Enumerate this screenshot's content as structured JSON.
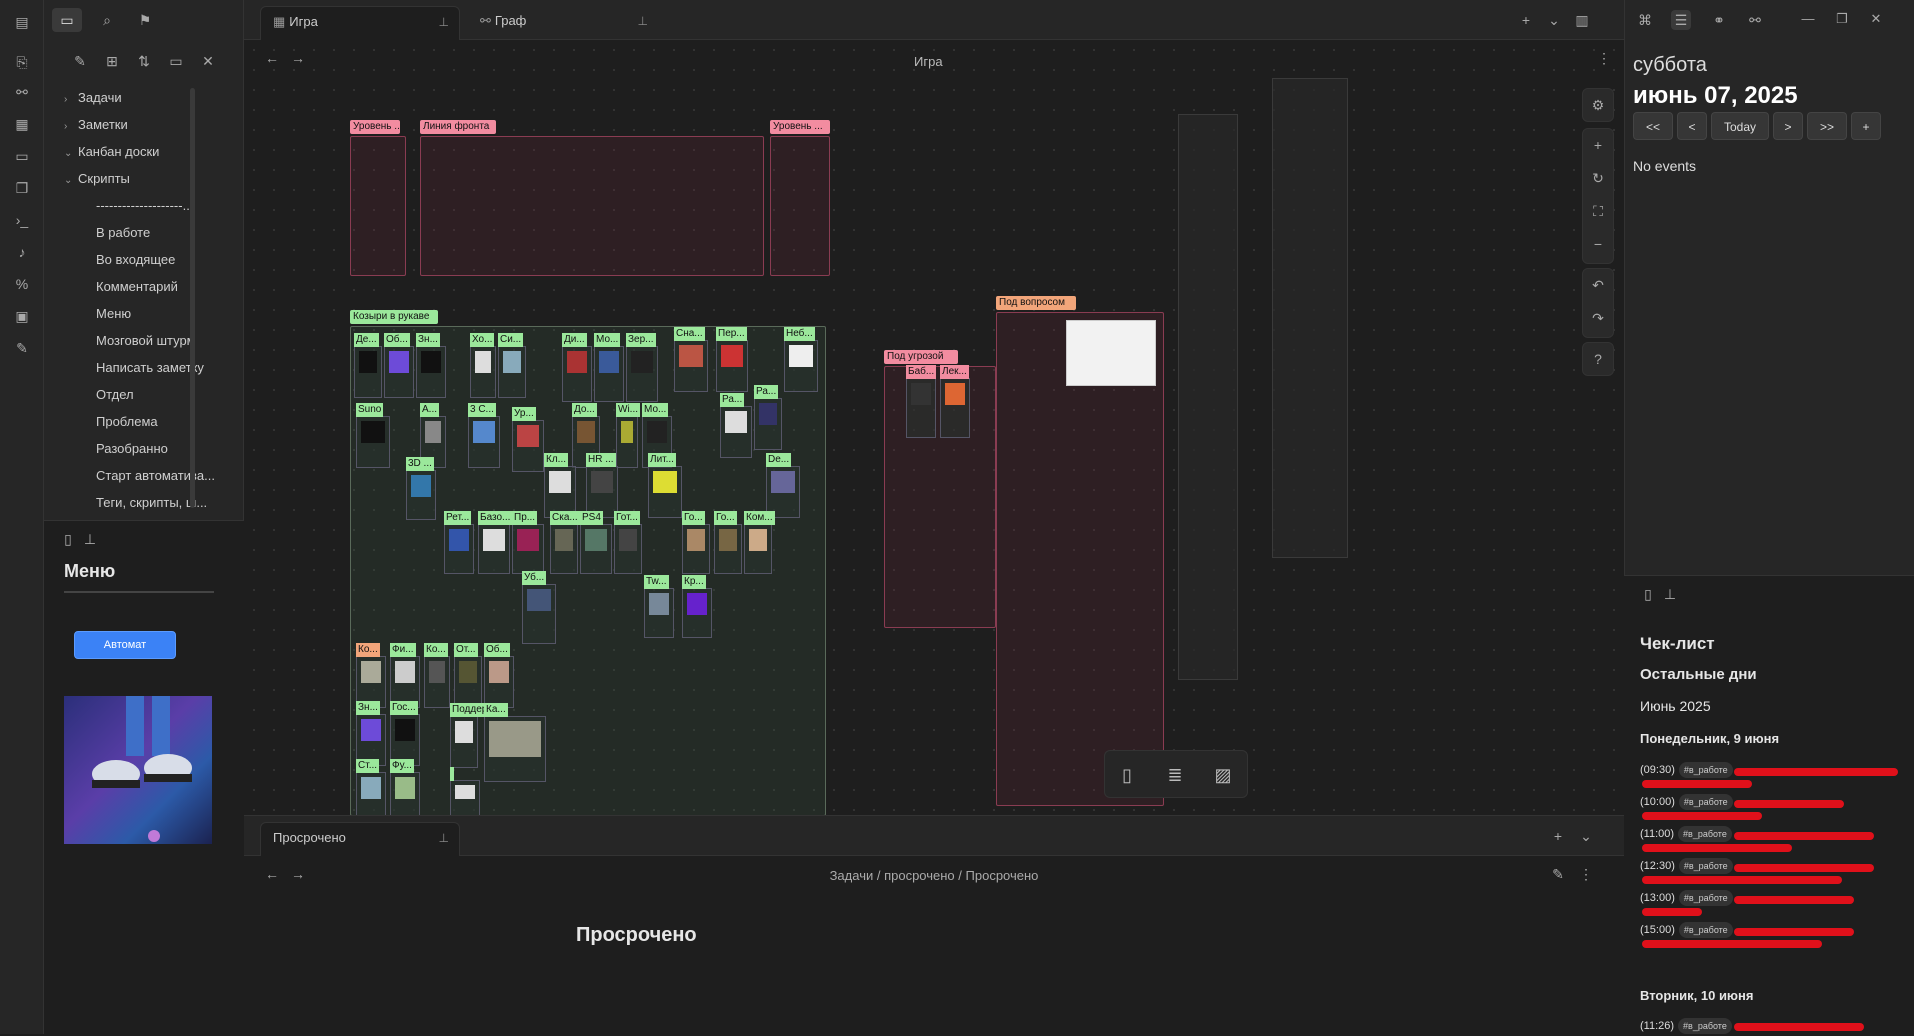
{
  "sidebar": {
    "tree": [
      {
        "label": "Задачи",
        "chev": "›"
      },
      {
        "label": "Заметки",
        "chev": "›"
      },
      {
        "label": "Канбан доски",
        "chev": "⌄"
      },
      {
        "label": "Скрипты",
        "chev": "⌄"
      }
    ],
    "scripts": [
      "--------------------...",
      "В работе",
      "Во входящее",
      "Комментарий",
      "Меню",
      "Мозговой штурм",
      "Написать заметку",
      "Отдел",
      "Проблема",
      "Разобранно",
      "Старт автоматиза...",
      "Теги, скрипты, ш..."
    ],
    "menu_title": "Меню",
    "menu_button": "Автомат"
  },
  "tabs": {
    "tab1": "Игра",
    "tab2": "Граф"
  },
  "canvas": {
    "view_title": "Игра",
    "groups": {
      "level1": "Уровень ...",
      "front": "Линия фронта",
      "level2": "Уровень ...",
      "trumps": "Козыри в рукаве",
      "threat": "Под угрозой",
      "question": "Под вопросом"
    },
    "cards": [
      "Де...",
      "Об...",
      "Зн...",
      "Хо...",
      "Си...",
      "Ди...",
      "Мо...",
      "Зер...",
      "Сна...",
      "Пер...",
      "Неб...",
      "Suno",
      "А...",
      "3 С...",
      "Ур...",
      "До...",
      "Wi...",
      "Мо...",
      "Ра...",
      "Ра...",
      "3D ...",
      "Кл...",
      "HR ...",
      "Лит...",
      "De...",
      "Рет...",
      "Базо...",
      "Пр...",
      "Ска...",
      "PS4",
      "Гот...",
      "Го...",
      "Го...",
      "Ком...",
      "Уб...",
      "Tw...",
      "Кр...",
      "Баб...",
      "Лек...",
      "Ко...",
      "Фи...",
      "Ко...",
      "От...",
      "Об...",
      "Зн...",
      "Гос...",
      "Поддерж...",
      "Ка...",
      "Ст...",
      "Фу..."
    ]
  },
  "bottom": {
    "tab": "Просрочено",
    "breadcrumb": [
      "Задачи",
      "просрочено",
      "Просрочено"
    ],
    "title": "Просрочено"
  },
  "calendar": {
    "day": "суббота",
    "date": "июнь 07, 2025",
    "buttons": [
      "<<",
      "<",
      "Today",
      ">",
      ">>",
      "+"
    ],
    "no_events": "No events"
  },
  "checklist": {
    "title": "Чек-лист",
    "subtitle": "Остальные дни",
    "month": "Июнь 2025",
    "day1": "Понедельник, 9 июня",
    "events1": [
      {
        "time": "(09:30)",
        "tag": "#в_работе"
      },
      {
        "time": "(10:00)",
        "tag": "#в_работе"
      },
      {
        "time": "(11:00)",
        "tag": "#в_работе"
      },
      {
        "time": "(12:30)",
        "tag": "#в_работе"
      },
      {
        "time": "(13:00)",
        "tag": "#в_работе"
      },
      {
        "time": "(15:00)",
        "tag": "#в_работе"
      }
    ],
    "day2": "Вторник, 10 июня",
    "events2": [
      {
        "time": "(11:26)",
        "tag": "#в_работе"
      }
    ]
  },
  "colors": {
    "accent": "#3b82f6",
    "group_pink": "#f28ca0",
    "card_green": "#9be89b",
    "redaction": "#e0101a"
  }
}
